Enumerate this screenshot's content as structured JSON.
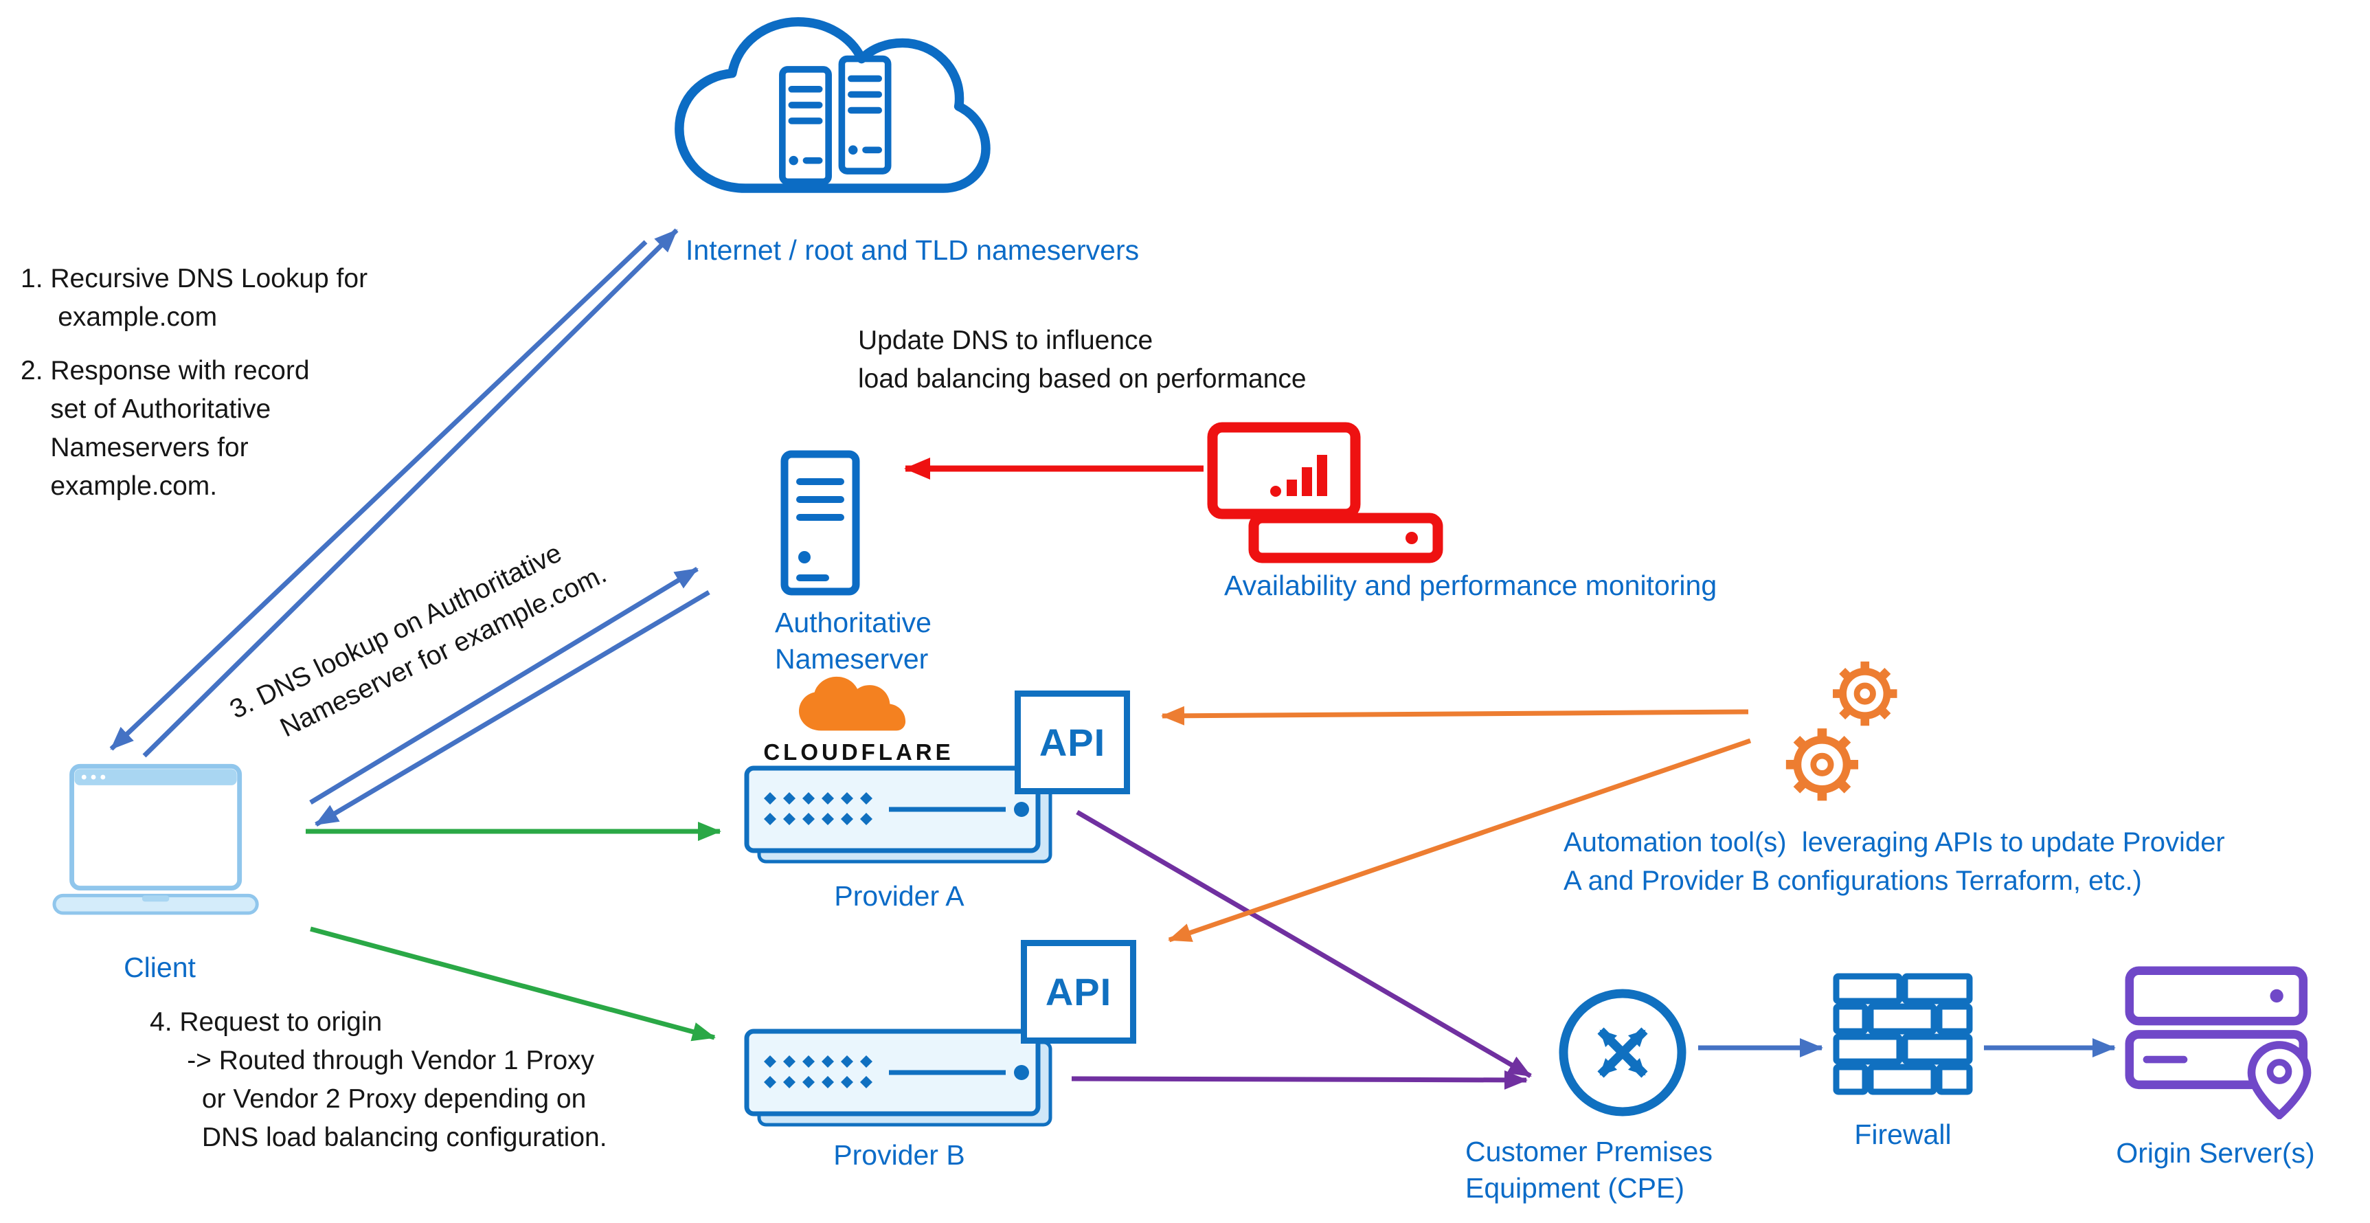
{
  "diagram": {
    "internet_label": "Internet / root and TLD nameservers",
    "client_label": "Client",
    "auth_label": "Authoritative\nNameserver",
    "monitoring_label": "Availability and performance monitoring",
    "cloudflare_brand": "CLOUDFLARE",
    "provider_a_label": "Provider A",
    "provider_b_label": "Provider B",
    "api_a_label": "API",
    "api_b_label": "API",
    "cpe_label": "Customer Premises\nEquipment (CPE)",
    "firewall_label": "Firewall",
    "origin_label": "Origin Server(s)",
    "note_step1": "1. Recursive DNS Lookup for\n     example.com",
    "note_step2": "2. Response with record\n    set of Authoritative\n    Nameservers for\n    example.com.",
    "note_step3": "3. DNS lookup on Authoritative\n     Nameserver for example.com.",
    "note_step4": "4. Request to origin\n     -> Routed through Vendor 1 Proxy\n       or Vendor 2 Proxy depending on\n       DNS load balancing configuration.",
    "note_update_dns": "Update DNS to influence\nload balancing based on performance",
    "note_automation": "Automation tool(s)  leveraging APIs to update Provider\nA and Provider B configurations Terraform, etc.)"
  },
  "colors": {
    "icon_blue": "#0c6cc4",
    "label_blue": "#0b6bc7",
    "arrow_blue": "#4472c4",
    "arrow_green": "#2aa846",
    "arrow_purple": "#7030a0",
    "arrow_orange": "#ed7d31",
    "arrow_red": "#ee1111",
    "origin_purple": "#7048c8",
    "cloudflare_orange": "#f48120"
  }
}
